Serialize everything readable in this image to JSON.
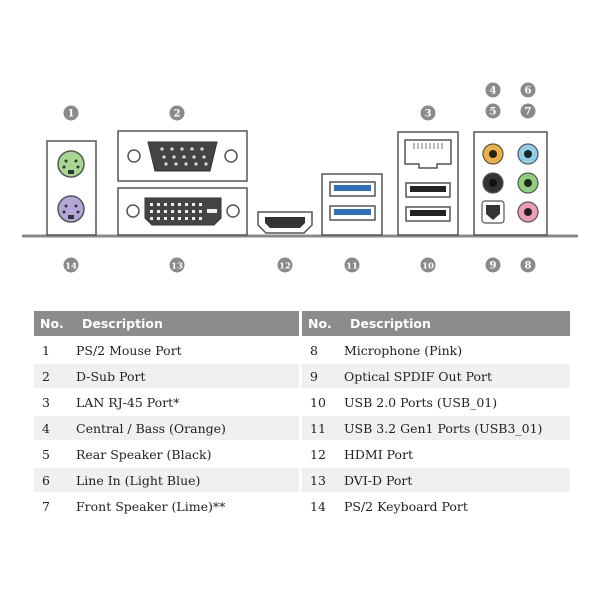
{
  "callouts": {
    "c1": "1",
    "c2": "2",
    "c3": "3",
    "c4": "4",
    "c5": "5",
    "c6": "6",
    "c7": "7",
    "c8": "8",
    "c9": "9",
    "c10": "10",
    "c11": "11",
    "c12": "12",
    "c13": "13",
    "c14": "14"
  },
  "table": {
    "header_no": "No.",
    "header_desc": "Description",
    "left": [
      {
        "no": "1",
        "desc": "PS/2 Mouse Port"
      },
      {
        "no": "2",
        "desc": "D-Sub Port"
      },
      {
        "no": "3",
        "desc": "LAN RJ-45 Port*"
      },
      {
        "no": "4",
        "desc": "Central / Bass (Orange)"
      },
      {
        "no": "5",
        "desc": "Rear Speaker (Black)"
      },
      {
        "no": "6",
        "desc": "Line In (Light Blue)"
      },
      {
        "no": "7",
        "desc": "Front Speaker (Lime)**"
      }
    ],
    "right": [
      {
        "no": "8",
        "desc": "Microphone (Pink)"
      },
      {
        "no": "9",
        "desc": "Optical SPDIF Out Port"
      },
      {
        "no": "10",
        "desc": "USB 2.0 Ports (USB_01)"
      },
      {
        "no": "11",
        "desc": "USB 3.2 Gen1 Ports (USB3_01)"
      },
      {
        "no": "12",
        "desc": "HDMI Port"
      },
      {
        "no": "13",
        "desc": "DVI-D Port"
      },
      {
        "no": "14",
        "desc": "PS/2 Keyboard Port"
      }
    ]
  },
  "colors": {
    "audio_orange": "#f0b040",
    "audio_black": "#333333",
    "audio_lightblue": "#8ecfe8",
    "audio_lime": "#8fd07a",
    "audio_pink": "#eda0b4",
    "ps2_mouse": "#a8d890",
    "ps2_keyboard": "#b4a8d8",
    "usb3_blue": "#2a6fc0",
    "header_gray": "#8c8c8c"
  }
}
